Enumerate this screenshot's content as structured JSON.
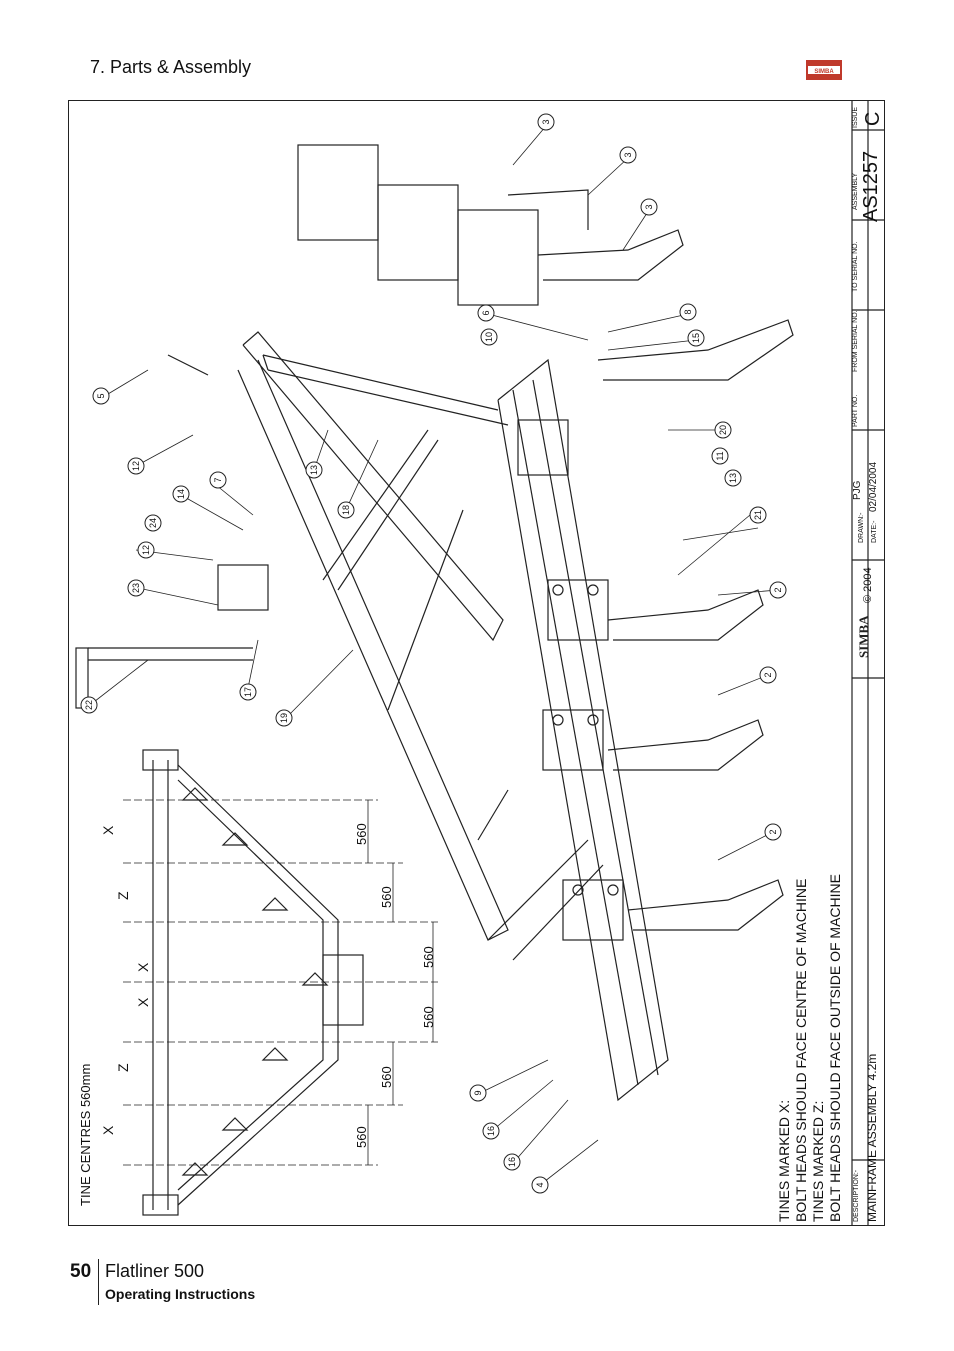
{
  "header": {
    "section_title": "7. Parts & Assembly",
    "logo_text": "SIMBA"
  },
  "footer": {
    "page_number": "50",
    "product": "Flatliner 500",
    "subtitle": "Operating Instructions"
  },
  "drawing": {
    "tine_centres": "TINE CENTRES 560mm",
    "spacing_labels": [
      "560",
      "560",
      "560",
      "560",
      "560",
      "560"
    ],
    "tine_marks": [
      "X",
      "Z",
      "X",
      "X",
      "Z",
      "X"
    ],
    "callouts": [
      "3",
      "3",
      "3",
      "8",
      "6",
      "10",
      "15",
      "5",
      "12",
      "20",
      "11",
      "13",
      "13",
      "18",
      "7",
      "14",
      "24",
      "12",
      "23",
      "21",
      "2",
      "2",
      "2",
      "22",
      "17",
      "19",
      "9",
      "16",
      "16",
      "4"
    ],
    "notes": [
      "TINES MARKED X:",
      "BOLT HEADS SHOULD FACE CENTRE OF MACHINE",
      "TINES MARKED Z:",
      "BOLT HEADS SHOULD FACE OUTSIDE OF MACHINE"
    ]
  },
  "title_block": {
    "issue_label": "ISSUE",
    "issue_value": "C",
    "assembly_label": "ASSEMBLY",
    "assembly_value": "AS1257",
    "to_serial_label": "TO SERIAL NO.",
    "from_serial_label": "FROM SERIAL NO.",
    "part_no_label": "PART NO.",
    "drawn_label": "DRAWN:-",
    "drawn_value": "PJG",
    "date_label": "DATE:-",
    "date_value": "02/04/2004",
    "brand": "SIMBA",
    "copyright": "© 2004",
    "description_label": "DESCRIPTION:-",
    "description_value": "MAINFRAME ASSEMBLY 4.2m"
  },
  "colors": {
    "line": "#222222",
    "logo_red": "#c0392b"
  }
}
